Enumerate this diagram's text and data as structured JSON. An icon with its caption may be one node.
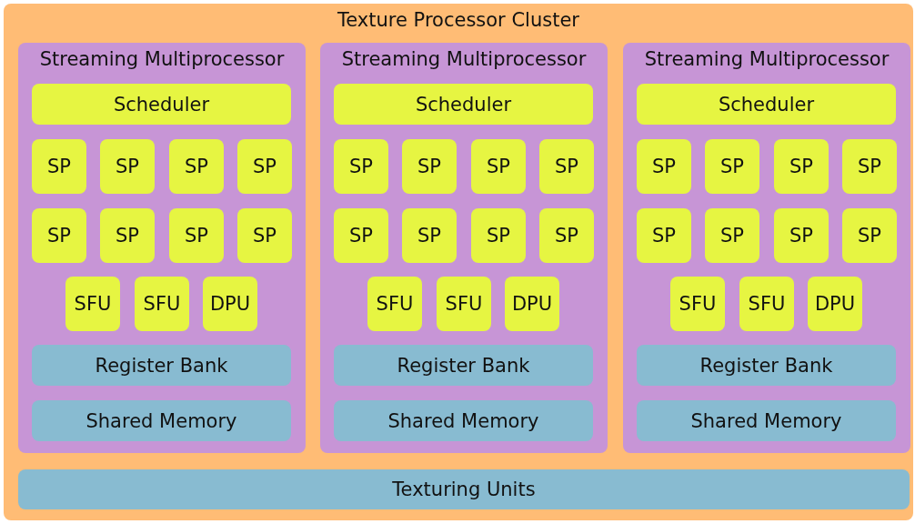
{
  "diagram": {
    "nodes": [
      {
        "text": [
          "Texture Processor Cluster"
        ]
      },
      {
        "text": [
          "Streaming Multiprocessor"
        ],
        "in": 0
      },
      {
        "text": [
          "Scheduler"
        ],
        "in": 1
      },
      {
        "text": [
          "SP"
        ],
        "in": 1
      },
      {
        "text": [
          "SP"
        ],
        "in": 1
      },
      {
        "text": [
          "SP"
        ],
        "in": 1
      },
      {
        "text": [
          "SP"
        ],
        "in": 1
      },
      {
        "text": [
          "SP"
        ],
        "in": 1
      },
      {
        "text": [
          "SP"
        ],
        "in": 1
      },
      {
        "text": [
          "SP"
        ],
        "in": 1
      },
      {
        "text": [
          "SP"
        ],
        "in": 1
      },
      {
        "text": [
          "SFU"
        ],
        "in": 1
      },
      {
        "text": [
          "SFU"
        ],
        "in": 1
      },
      {
        "text": [
          "DPU"
        ],
        "in": 1
      },
      {
        "text": [
          "Register Bank"
        ],
        "in": 1
      },
      {
        "text": [
          "Shared Memory"
        ],
        "in": 1
      },
      {
        "text": [
          "Streaming Multiprocessor"
        ],
        "in": 0
      },
      {
        "text": [
          "Scheduler"
        ],
        "in": 16
      },
      {
        "text": [
          "SP"
        ],
        "in": 16
      },
      {
        "text": [
          "SP"
        ],
        "in": 16
      },
      {
        "text": [
          "SP"
        ],
        "in": 16
      },
      {
        "text": [
          "SP"
        ],
        "in": 16
      },
      {
        "text": [
          "SP"
        ],
        "in": 16
      },
      {
        "text": [
          "SP"
        ],
        "in": 16
      },
      {
        "text": [
          "SP"
        ],
        "in": 16
      },
      {
        "text": [
          "SP"
        ],
        "in": 16
      },
      {
        "text": [
          "SFU"
        ],
        "in": 16
      },
      {
        "text": [
          "SFU"
        ],
        "in": 16
      },
      {
        "text": [
          "DPU"
        ],
        "in": 16
      },
      {
        "text": [
          "Register Bank"
        ],
        "in": 16
      },
      {
        "text": [
          "Shared Memory"
        ],
        "in": 16
      },
      {
        "text": [
          "Streaming Multiprocessor"
        ],
        "in": 0
      },
      {
        "text": [
          "Scheduler"
        ],
        "in": 31
      },
      {
        "text": [
          "SP"
        ],
        "in": 31
      },
      {
        "text": [
          "SP"
        ],
        "in": 31
      },
      {
        "text": [
          "SP"
        ],
        "in": 31
      },
      {
        "text": [
          "SP"
        ],
        "in": 31
      },
      {
        "text": [
          "SP"
        ],
        "in": 31
      },
      {
        "text": [
          "SP"
        ],
        "in": 31
      },
      {
        "text": [
          "SP"
        ],
        "in": 31
      },
      {
        "text": [
          "SP"
        ],
        "in": 31
      },
      {
        "text": [
          "SFU"
        ],
        "in": 31
      },
      {
        "text": [
          "SFU"
        ],
        "in": 31
      },
      {
        "text": [
          "DPU"
        ],
        "in": 31
      },
      {
        "text": [
          "Register Bank"
        ],
        "in": 31
      },
      {
        "text": [
          "Shared Memory"
        ],
        "in": 31
      },
      {
        "text": [
          "Texturing Units"
        ],
        "in": 0
      }
    ],
    "edges": []
  }
}
